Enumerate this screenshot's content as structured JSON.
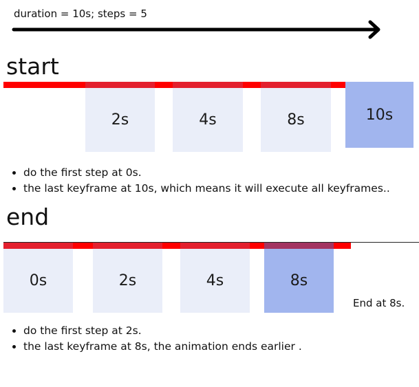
{
  "caption": "duration = 10s; steps = 5",
  "colors": {
    "red": "#ff0000",
    "red_dark_segment": "#e3202e",
    "box_light": "#eaeef9",
    "box_active": "#a1b5ee",
    "active_overlay_red": "#a33461",
    "text": "#1b1b1b"
  },
  "sections": {
    "start": {
      "heading": "start",
      "boxes": [
        {
          "label": "2s",
          "active": false
        },
        {
          "label": "4s",
          "active": false
        },
        {
          "label": "8s",
          "active": false
        },
        {
          "label": "10s",
          "active": true
        }
      ],
      "notes": [
        "do the first step at 0s.",
        "the last keyframe at 10s, which means it will execute all keyframes.."
      ]
    },
    "end": {
      "heading": "end",
      "boxes": [
        {
          "label": "0s",
          "active": false
        },
        {
          "label": "2s",
          "active": false
        },
        {
          "label": "4s",
          "active": false
        },
        {
          "label": "8s",
          "active": true
        }
      ],
      "end_note": "End at 8s.",
      "notes": [
        "do the first step at 2s.",
        "the last keyframe at 8s, the animation ends earlier ."
      ]
    }
  }
}
